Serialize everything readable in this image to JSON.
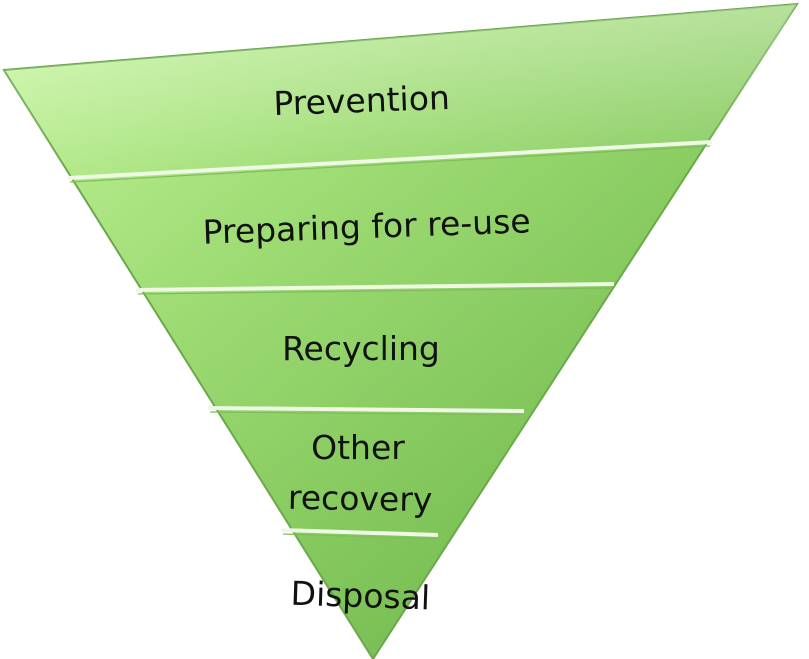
{
  "diagram": {
    "type": "inverted-pyramid",
    "colors": {
      "fill_light": "#b7ed90",
      "fill_mid": "#84c95f",
      "fill_dark": "#5a9b3c",
      "separator": "#e8f5dc",
      "edge": "#6aa84a",
      "text": "#111111"
    },
    "tiers": [
      {
        "name": "prevention",
        "label": "Prevention"
      },
      {
        "name": "preparing-for-reuse",
        "label": "Preparing for re-use"
      },
      {
        "name": "recycling",
        "label": "Recycling"
      },
      {
        "name": "other-recovery",
        "label": "Other recovery",
        "lines": [
          "Other",
          "recovery"
        ]
      },
      {
        "name": "disposal",
        "label": "Disposal"
      }
    ]
  }
}
